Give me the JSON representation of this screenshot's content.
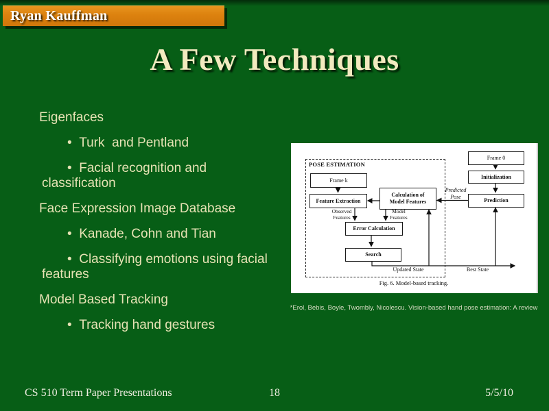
{
  "header": {
    "presenter": "Ryan Kauffman"
  },
  "title": "A Few Techniques",
  "content": {
    "items": [
      {
        "level": 1,
        "text": "Eigenfaces"
      },
      {
        "level": 2,
        "text": "Turk  and Pentland"
      },
      {
        "level": 2,
        "text": "Facial recognition and classification"
      },
      {
        "level": 1,
        "text": "Face Expression Image Database"
      },
      {
        "level": 2,
        "text": "Kanade, Cohn and Tian"
      },
      {
        "level": 2,
        "text": "Classifying emotions using facial features"
      },
      {
        "level": 1,
        "text": "Model Based Tracking"
      },
      {
        "level": 2,
        "text": "Tracking hand gestures"
      }
    ]
  },
  "figure": {
    "region_label": "POSE ESTIMATION",
    "boxes": {
      "frame_k": "Frame k",
      "feature_extraction": "Feature Extraction",
      "calc_model_features": "Calculation of\nModel Features",
      "error_calculation": "Error Calculation",
      "search": "Search",
      "frame_0": "Frame 0",
      "initialization": "Initialization",
      "prediction": "Prediction"
    },
    "labels": {
      "observed_features": "Observed\nFeatures",
      "model_features": "Model\nFeatures",
      "predicted_pose": "Predicted\nPose",
      "updated_state": "Updated State",
      "best_state": "Best State"
    },
    "caption": "Fig. 6.  Model-based tracking."
  },
  "citation": "*Erol, Bebis, Boyle, Twombly, Nicolescu. Vision-based hand pose estimation: A review",
  "footer": {
    "left": "CS 510 Term Paper Presentations",
    "page": "18",
    "date": "5/5/10"
  },
  "colors": {
    "background": "#075E16",
    "banner": "#DD820F",
    "title_text": "#F2EABF",
    "body_text": "#E6E2B4",
    "figure_background": "#FFFFFF"
  }
}
